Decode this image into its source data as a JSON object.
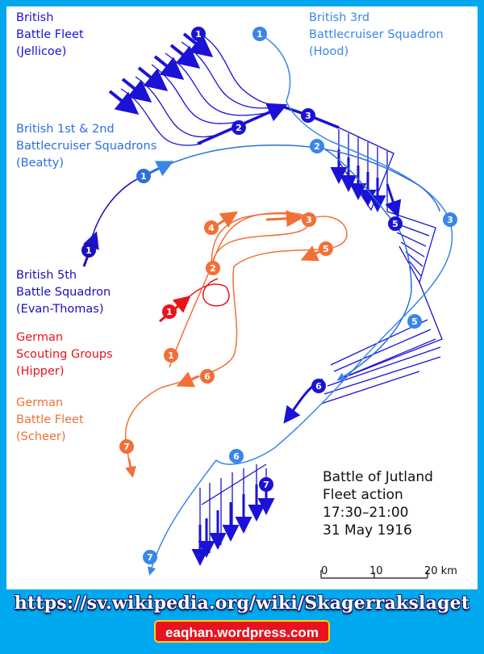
{
  "legend": {
    "jellicoe": "British\nBattle Fleet\n(Jellicoe)",
    "hood": "British 3rd\nBattlecruiser Squadron\n(Hood)",
    "beatty": "British 1st & 2nd\nBattlecruiser Squadrons\n(Beatty)",
    "evan_thomas": "British 5th\nBattle Squadron\n(Evan-Thomas)",
    "hipper": "German\nScouting Groups\n(Hipper)",
    "scheer": "German\nBattle Fleet\n(Scheer)"
  },
  "colors": {
    "jellicoe": "#1a12d6",
    "hood": "#3a86e8",
    "beatty": "#2c6fdc",
    "evan_thomas": "#1c10b8",
    "hipper": "#e8141c",
    "scheer": "#f07038"
  },
  "title": "Battle of Jutland\nFleet action\n17:30–21:00\n31 May 1916",
  "scale": {
    "ticks": [
      "0",
      "10",
      "20 km"
    ]
  },
  "markers": {
    "jellicoe": [
      "1",
      "2",
      "3",
      "5",
      "6",
      "7"
    ],
    "hood": [
      "1",
      "2",
      "3",
      "5",
      "6",
      "7"
    ],
    "beatty": [
      "1",
      "2"
    ],
    "evan_thomas": [
      "1"
    ],
    "hipper": [
      "1",
      "2",
      "3",
      "4",
      "5"
    ],
    "scheer": [
      "1",
      "6",
      "7"
    ]
  },
  "footer": {
    "url": "https://sv.wikipedia.org/wiki/Skagerrakslaget",
    "badge": "eaqhan.wordpress.com"
  }
}
